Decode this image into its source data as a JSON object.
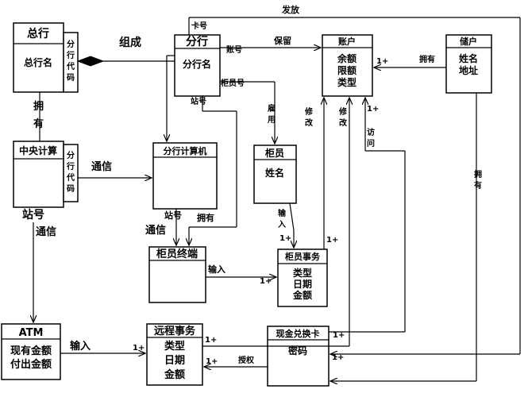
{
  "entities": {
    "head_office": {
      "name": "总行",
      "attr": "总行名",
      "key": "分行代码"
    },
    "branch": {
      "name": "分行",
      "attr": "分行名"
    },
    "central_computer": {
      "name": "中央计算",
      "key": "分行代码",
      "foot": "站号"
    },
    "branch_computer": {
      "name": "分行计算机",
      "foot": "站号"
    },
    "teller": {
      "name": "柜员",
      "attr": "姓名"
    },
    "teller_terminal": {
      "name": "柜员终端"
    },
    "teller_transaction": {
      "name": "柜员事务",
      "attrs": [
        "类型",
        "日期",
        "金额"
      ]
    },
    "account": {
      "name": "账户",
      "attrs": [
        "余额",
        "限额",
        "类型"
      ]
    },
    "customer": {
      "name": "储户",
      "attrs": [
        "姓名",
        "地址"
      ]
    },
    "atm": {
      "name": "ATM",
      "attrs": [
        "现有金额",
        "付出金额"
      ]
    },
    "remote_transaction": {
      "name": "远程事务",
      "attrs": [
        "类型",
        "日期",
        "金额"
      ]
    },
    "cash_card": {
      "name": "现金兑换卡",
      "attr": "密码"
    }
  },
  "labels": {
    "issue": "发放",
    "card_no": "卡号",
    "compose": "组成",
    "account_no": "账号",
    "keep": "保留",
    "teller_no": "柜员号",
    "station_no": "站号",
    "hire_a": "雇",
    "hire_b": "用",
    "modify_a": "修",
    "modify_b": "改",
    "access_a": "访",
    "access_b": "问",
    "own": "拥有",
    "own_a": "拥",
    "own_b": "有",
    "comm": "通信",
    "input": "输入",
    "input_a": "输",
    "input_b": "入",
    "authorize": "授权",
    "one_plus": "1+"
  }
}
